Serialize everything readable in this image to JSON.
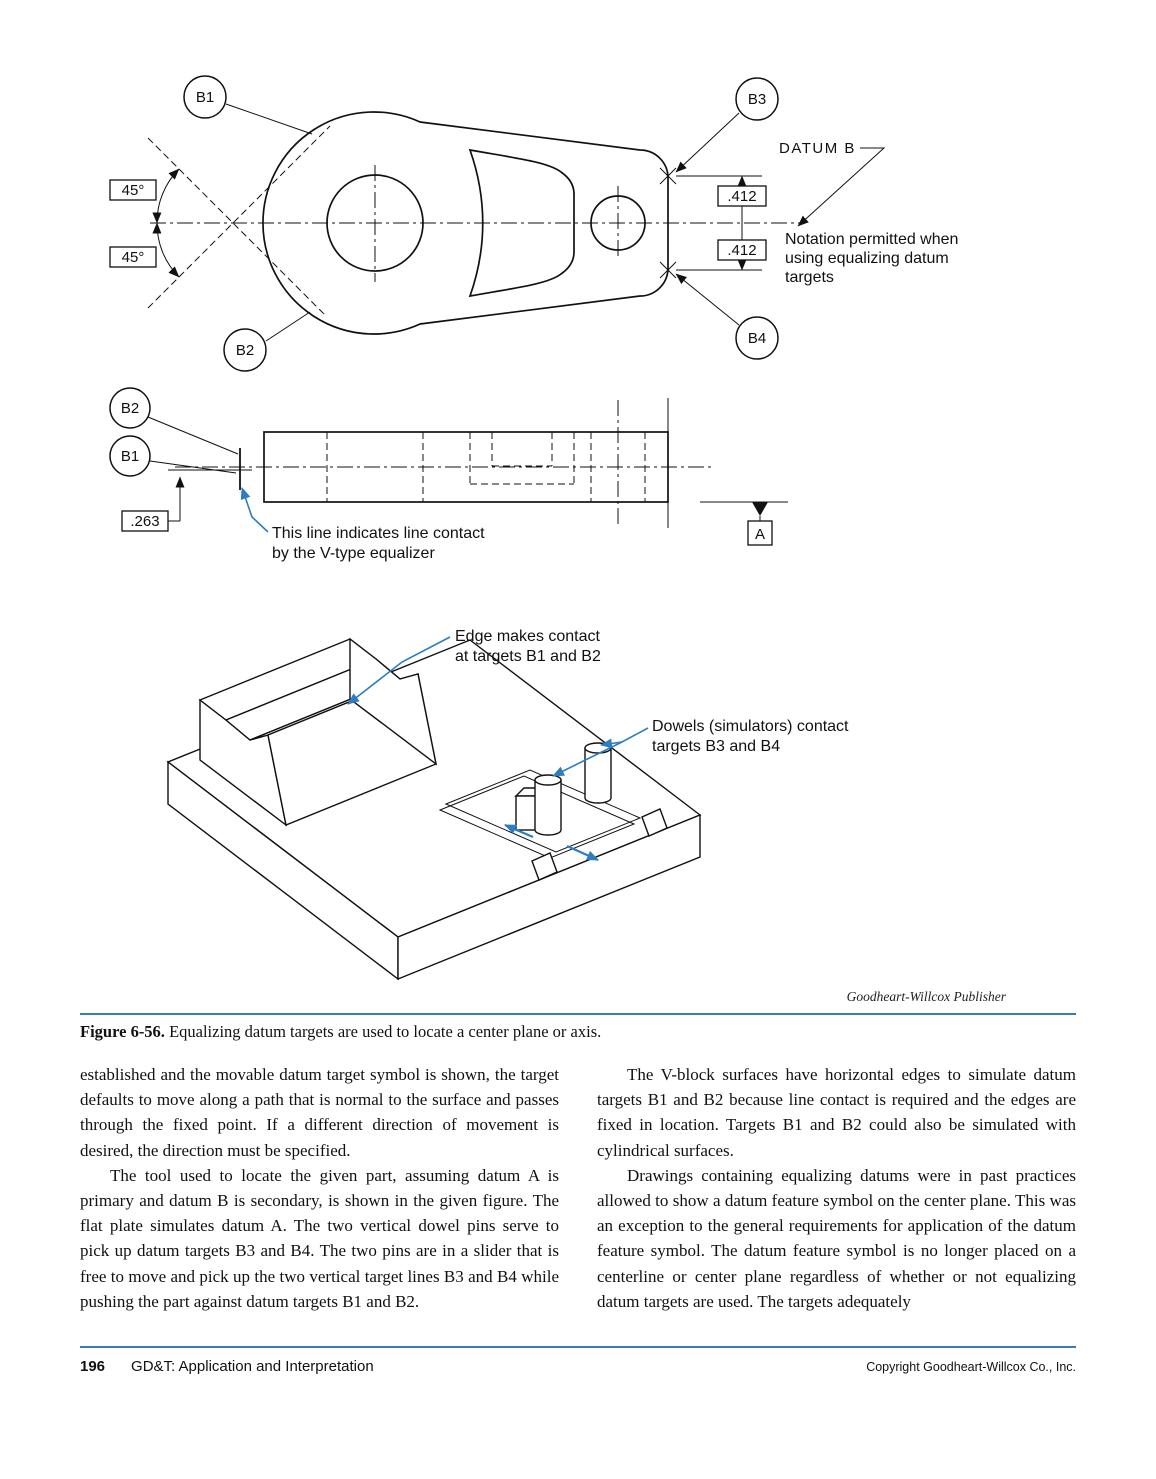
{
  "colors": {
    "leader_blue": "#2e7dc0",
    "rule_blue": "#3d79b8"
  },
  "drawing": {
    "top_view": {
      "balloon_b1": "B1",
      "balloon_b2": "B2",
      "balloon_b3": "B3",
      "balloon_b4": "B4",
      "angle_upper": "45°",
      "angle_lower": "45°",
      "dim_upper": ".412",
      "dim_lower": ".412",
      "datum_label": "DATUM B",
      "note_line1": "Notation permitted when",
      "note_line2": "using equalizing datum",
      "note_line3": "targets"
    },
    "front_view": {
      "balloon_b2": "B2",
      "balloon_b1": "B1",
      "dim_263": ".263",
      "note_line1": "This line indicates line contact",
      "note_line2": "by the V-type equalizer",
      "datum_a": "A"
    },
    "iso_view": {
      "edge_note_line1": "Edge makes contact",
      "edge_note_line2": "at targets B1 and B2",
      "dowel_note_line1": "Dowels (simulators) contact",
      "dowel_note_line2": "targets B3 and B4"
    },
    "credit": "Goodheart-Willcox Publisher"
  },
  "caption": {
    "label": "Figure 6-56.",
    "text": " Equalizing datum targets are used to locate a center plane or axis."
  },
  "body": {
    "col1": [
      {
        "indent": false,
        "text": "established and the movable datum target symbol is shown, the target defaults to move along a path that is normal to the surface and passes through the fixed point. If a different direction of movement is desired, the direction must be specified."
      },
      {
        "indent": true,
        "text": "The tool used to locate the given part, assuming datum A is primary and datum B is secondary, is shown in the given figure. The flat plate simulates datum A. The two vertical dowel pins serve to pick up datum targets B3 and B4. The two pins are in a slider that is free to move and pick up the two vertical target lines B3 and B4 while pushing the part against datum targets B1 and B2."
      }
    ],
    "col2": [
      {
        "indent": true,
        "text": "The V-block surfaces have horizontal edges to simulate datum targets B1 and B2 because line contact is required and the edges are fixed in location. Targets B1 and B2 could also be simulated with cylindrical surfaces."
      },
      {
        "indent": true,
        "text": "Drawings containing equalizing datums were in past practices allowed to show a datum feature symbol on the center plane. This was an exception to the general requirements for application of the datum feature symbol. The datum feature symbol is no longer placed on a centerline or center plane regardless of whether or not equalizing datum targets are used. The targets adequately"
      }
    ]
  },
  "footer": {
    "page_number": "196",
    "book_title": "GD&T: Application and Interpretation",
    "copyright": "Copyright Goodheart-Willcox Co., Inc."
  }
}
